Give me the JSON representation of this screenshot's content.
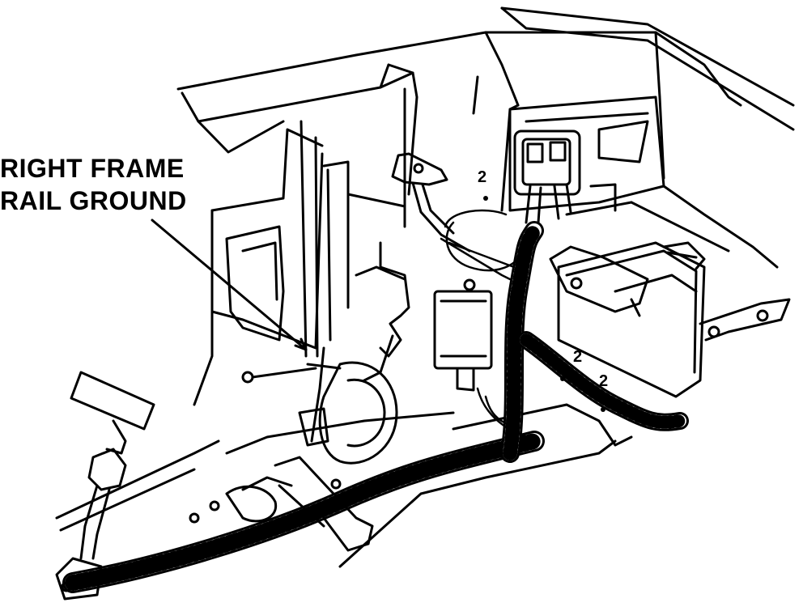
{
  "diagram": {
    "callout": {
      "line1": "RIGHT FRAME",
      "line2": "RAIL GROUND"
    },
    "connector_marks": [
      "2",
      "2",
      "2"
    ],
    "colors": {
      "ink": "#000000",
      "paper": "#ffffff"
    }
  }
}
